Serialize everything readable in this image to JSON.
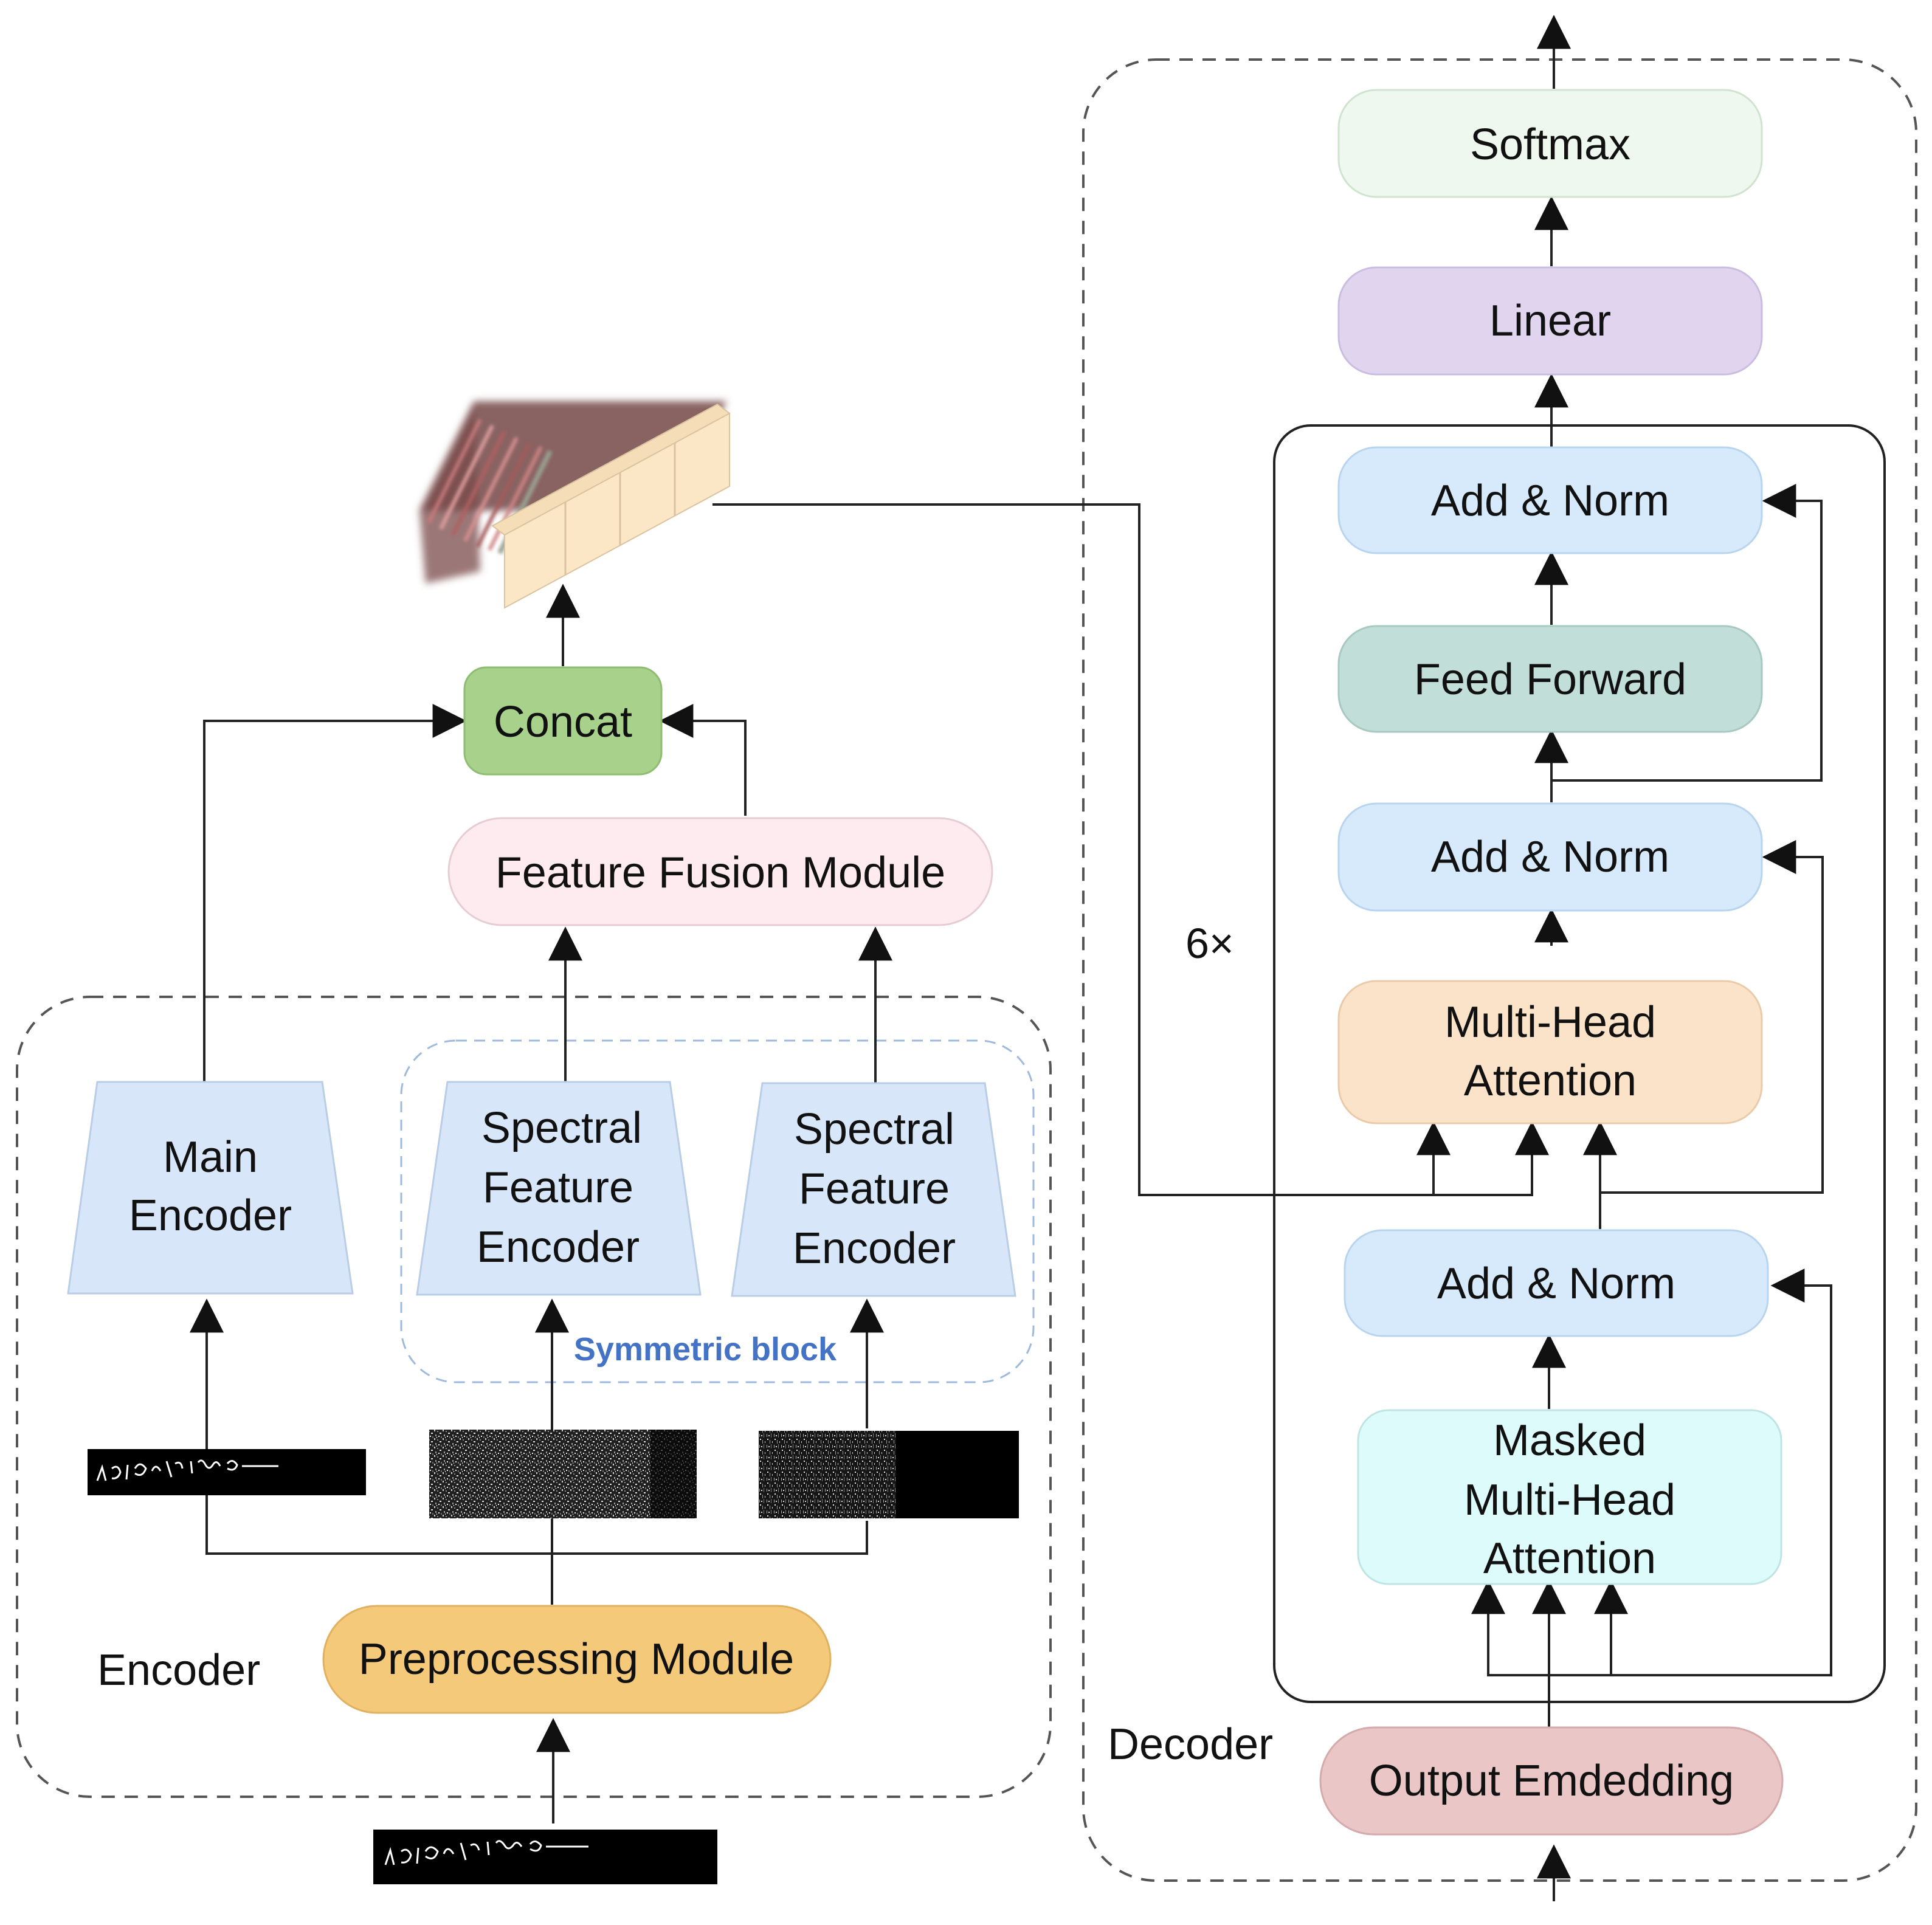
{
  "labels": {
    "softmax": "Softmax",
    "linear": "Linear",
    "add_norm_top": "Add & Norm",
    "feed_forward": "Feed Forward",
    "add_norm_mid": "Add & Norm",
    "mha_line1": "Multi-Head",
    "mha_line2": "Attention",
    "add_norm_low": "Add & Norm",
    "masked_line1": "Masked",
    "masked_line2": "Multi-Head",
    "masked_line3": "Attention",
    "output_embedding": "Output Emdedding",
    "repeat": "6×",
    "decoder": "Decoder",
    "encoder": "Encoder",
    "concat": "Concat",
    "feature_fusion": "Feature Fusion Module",
    "main_enc_line1": "Main",
    "main_enc_line2": "Encoder",
    "spec1_line1": "Spectral",
    "spec1_line2": "Feature",
    "spec1_line3": "Encoder",
    "spec2_line1": "Spectral",
    "spec2_line2": "Feature",
    "spec2_line3": "Encoder",
    "symmetric_block": "Symmetric block",
    "preprocessing": "Preprocessing Module"
  },
  "colors": {
    "softmax": "#eef8ee",
    "linear": "#e0d4ef",
    "add_norm": "#d6eafb",
    "feed_forward": "#c2ded8",
    "mha": "#fbe3c9",
    "masked": "#ddfbfb",
    "output_embedding": "#ebc6c6",
    "concat": "#a8d28c",
    "feature_fusion": "#fdebef",
    "encoder_trap": "#d7e6f8",
    "preprocessing": "#f5c97a",
    "symmetric_text": "#4472c4",
    "line": "#222222",
    "dash": "#555555"
  }
}
